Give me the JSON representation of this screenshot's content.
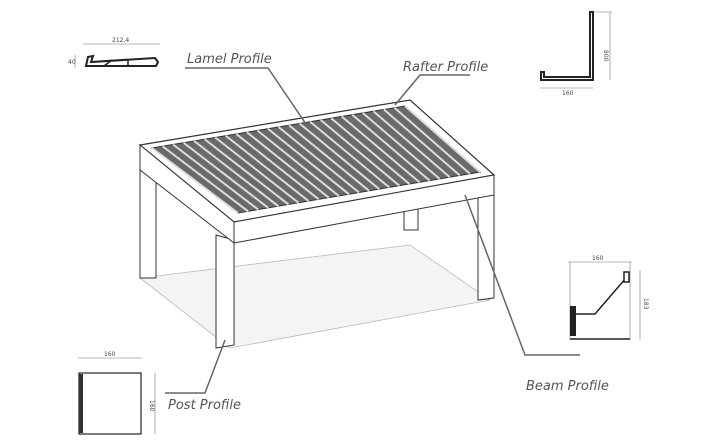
{
  "labels": {
    "lamel": "Lamel Profile",
    "rafter": "Rafter Profile",
    "beam": "Beam Profile",
    "post": "Post Profile"
  },
  "dimensions": {
    "lamel_width": "212,4",
    "lamel_height": "40",
    "rafter_width": "160",
    "rafter_height": "800",
    "beam_width": "160",
    "beam_height": "183",
    "post_width": "160",
    "post_height": "160"
  }
}
